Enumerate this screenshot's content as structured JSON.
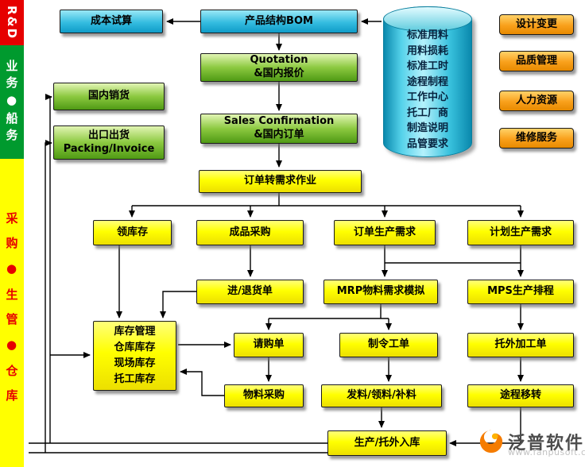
{
  "sidebar": {
    "rd_label": "R&D",
    "business_label": "业务●船务",
    "scm_label": "采购●生管●仓库"
  },
  "top": {
    "cost_estimate": "成本试算",
    "bom": "产品结构BOM"
  },
  "cylinder": {
    "text": "标准用料\n用料损耗\n标准工时\n途程制程\n工作中心\n托工厂商\n制造说明\n品管要求"
  },
  "right_panel": {
    "items": [
      "设计变更",
      "品质管理",
      "人力资源",
      "维修服务"
    ]
  },
  "sales": {
    "quotation": "Quotation\n&国内报价",
    "sales_confirmation": "Sales Confirmation\n&国内订单",
    "domestic_sales": "国内销货",
    "export_shipping": "出口出货\nPacking/Invoice"
  },
  "flow": {
    "order_to_demand": "订单转需求作业",
    "pick_inventory": "领库存",
    "finished_goods_purchase": "成品采购",
    "order_production_demand": "订单生产需求",
    "planned_production_demand": "计划生产需求",
    "receipt_return": "进/退货单",
    "mrp": "MRP物料需求模拟",
    "mps": "MPS生产排程",
    "inventory_mgmt": "库存管理\n仓库库存\n现场库存\n托工库存",
    "purchase_requisition": "请购单",
    "work_order": "制令工单",
    "outsource_order": "托外加工单",
    "material_purchase": "物料采购",
    "material_issue": "发料/领料/补料",
    "route_transfer": "途程移转",
    "production_receipt": "生产/托外入库"
  },
  "branding": {
    "logo_text": "泛普软件",
    "watermark": "www.fanpusoft.com"
  },
  "colors": {
    "cyan": "#34bce0",
    "green": "#8cc940",
    "yellow": "#ffff00",
    "orange": "#f9a01b",
    "sidebar_red": "#e60000",
    "sidebar_green": "#009a2e",
    "sidebar_yellow": "#ffff00"
  }
}
